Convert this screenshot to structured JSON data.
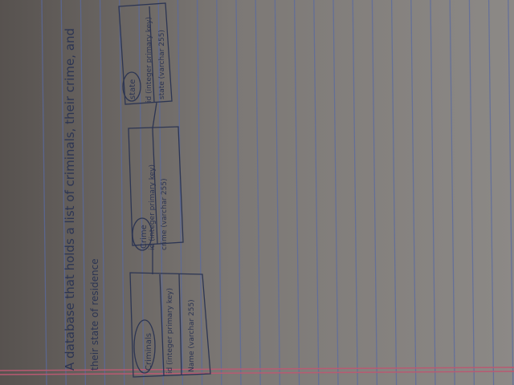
{
  "colors": {
    "paper": "#8f8c89",
    "rule_lines": "#5a6aa0",
    "margin_lines": "#b85a72",
    "ink": "#2c3553"
  },
  "page": {
    "heading_line1": "A database that holds a list of criminals, their crime, and",
    "heading_line2": "their state of residence"
  },
  "tables": {
    "criminals": {
      "name": "Criminals",
      "col1": "id (integer primary key)",
      "col2": "Name (varchar 255)"
    },
    "crime": {
      "name": "Crime",
      "col1": "id (integer primary key)",
      "col2": "crime (varchar 255)"
    },
    "state": {
      "name": "state",
      "col1": "id (integer primary key)",
      "col2": "state (varchar 255)"
    }
  }
}
